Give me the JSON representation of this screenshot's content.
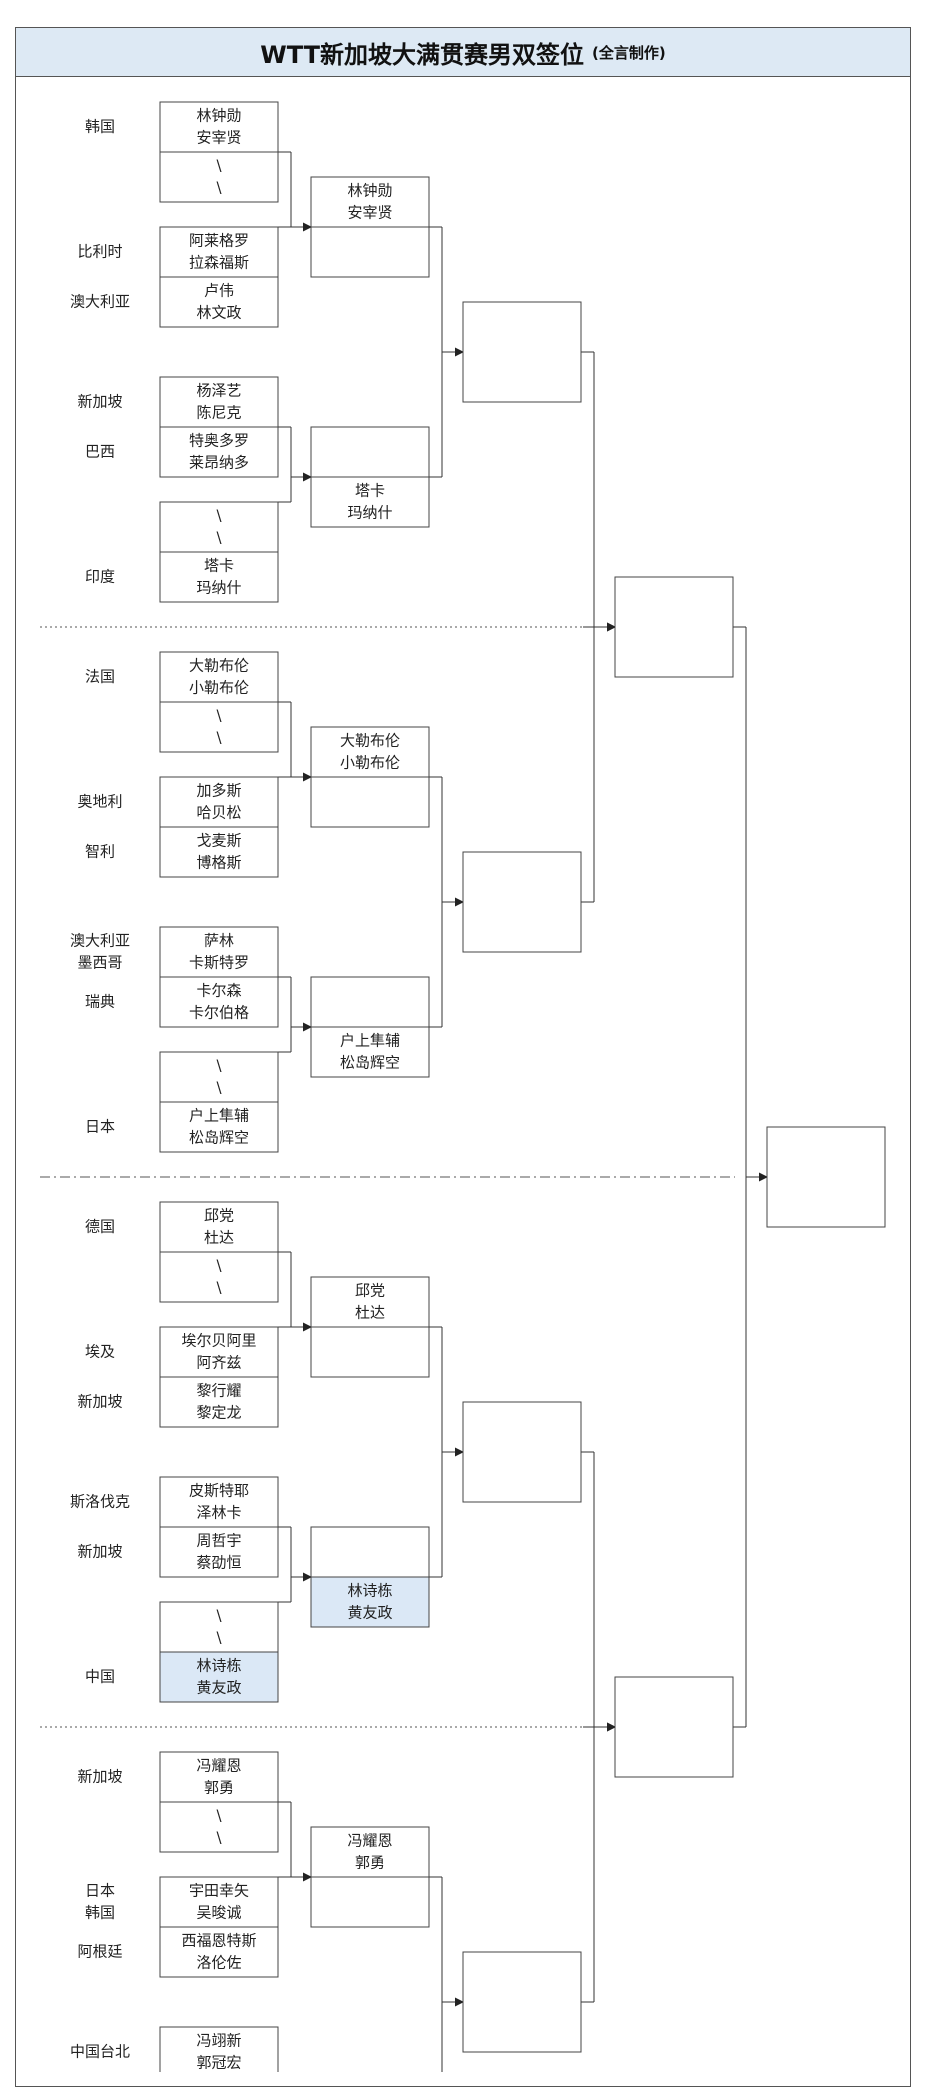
{
  "title": "WTT新加坡大满贯赛男双签位",
  "subtitle": "(全言制作)",
  "colors": {
    "highlight": "#dbe8f6",
    "title_bg": "#dde9f4"
  },
  "round1": [
    {
      "p1": "林钟勋",
      "p2": "安宰贤",
      "country": [
        "韩国"
      ]
    },
    {
      "p1": "\\",
      "p2": "\\",
      "country": []
    },
    {
      "p1": "阿莱格罗",
      "p2": "拉森福斯",
      "country": [
        "比利时"
      ]
    },
    {
      "p1": "卢伟",
      "p2": "林文政",
      "country": [
        "澳大利亚"
      ]
    },
    {
      "p1": "杨泽艺",
      "p2": "陈尼克",
      "country": [
        "新加坡"
      ]
    },
    {
      "p1": "特奥多罗",
      "p2": "莱昂纳多",
      "country": [
        "巴西"
      ]
    },
    {
      "p1": "\\",
      "p2": "\\",
      "country": []
    },
    {
      "p1": "塔卡",
      "p2": "玛纳什",
      "country": [
        "印度"
      ]
    },
    {
      "p1": "大勒布伦",
      "p2": "小勒布伦",
      "country": [
        "法国"
      ]
    },
    {
      "p1": "\\",
      "p2": "\\",
      "country": []
    },
    {
      "p1": "加多斯",
      "p2": "哈贝松",
      "country": [
        "奥地利"
      ]
    },
    {
      "p1": "戈麦斯",
      "p2": "博格斯",
      "country": [
        "智利"
      ]
    },
    {
      "p1": "萨林",
      "p2": "卡斯特罗",
      "country": [
        "澳大利亚",
        "墨西哥"
      ]
    },
    {
      "p1": "卡尔森",
      "p2": "卡尔伯格",
      "country": [
        "瑞典"
      ]
    },
    {
      "p1": "\\",
      "p2": "\\",
      "country": []
    },
    {
      "p1": "户上隼辅",
      "p2": "松岛辉空",
      "country": [
        "日本"
      ]
    },
    {
      "p1": "邱党",
      "p2": "杜达",
      "country": [
        "德国"
      ]
    },
    {
      "p1": "\\",
      "p2": "\\",
      "country": []
    },
    {
      "p1": "埃尔贝阿里",
      "p2": "阿齐兹",
      "country": [
        "埃及"
      ]
    },
    {
      "p1": "黎行耀",
      "p2": "黎定龙",
      "country": [
        "新加坡"
      ]
    },
    {
      "p1": "皮斯特耶",
      "p2": "泽林卡",
      "country": [
        "斯洛伐克"
      ]
    },
    {
      "p1": "周哲宇",
      "p2": "蔡劭恒",
      "country": [
        "新加坡"
      ]
    },
    {
      "p1": "\\",
      "p2": "\\",
      "country": []
    },
    {
      "p1": "林诗栋",
      "p2": "黄友政",
      "country": [
        "中国"
      ],
      "highlight": true
    },
    {
      "p1": "冯耀恩",
      "p2": "郭勇",
      "country": [
        "新加坡"
      ]
    },
    {
      "p1": "\\",
      "p2": "\\",
      "country": []
    },
    {
      "p1": "宇田幸矢",
      "p2": "吴晙诚",
      "country": [
        "日本",
        "韩国"
      ]
    },
    {
      "p1": "西福恩特斯",
      "p2": "洛伦佐",
      "country": [
        "阿根廷"
      ]
    },
    {
      "p1": "冯翊新",
      "p2": "郭冠宏",
      "country": [
        "中国台北"
      ]
    }
  ],
  "round2": [
    {
      "p1": "林钟勋",
      "p2": "安宰贤"
    },
    {
      "p1": "",
      "p2": ""
    },
    {
      "p1": "",
      "p2": ""
    },
    {
      "p1": "塔卡",
      "p2": "玛纳什"
    },
    {
      "p1": "大勒布伦",
      "p2": "小勒布伦"
    },
    {
      "p1": "",
      "p2": ""
    },
    {
      "p1": "",
      "p2": ""
    },
    {
      "p1": "户上隼辅",
      "p2": "松岛辉空"
    },
    {
      "p1": "邱党",
      "p2": "杜达"
    },
    {
      "p1": "",
      "p2": ""
    },
    {
      "p1": "",
      "p2": ""
    },
    {
      "p1": "林诗栋",
      "p2": "黄友政",
      "highlight": true
    },
    {
      "p1": "冯耀恩",
      "p2": "郭勇"
    },
    {
      "p1": "",
      "p2": ""
    }
  ]
}
